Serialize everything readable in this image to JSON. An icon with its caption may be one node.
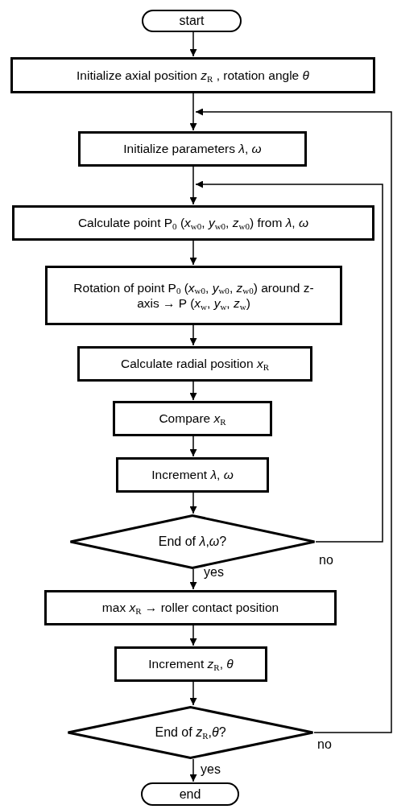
{
  "diagram": {
    "nodes": [
      {
        "text": [
          "start"
        ]
      },
      {
        "text": [
          "Initialize axial position *z*$_{R}$ , rotation angle *θ*"
        ]
      },
      {
        "text": [
          "Initialize parameters *λ*, *ω*"
        ]
      },
      {
        "text": [
          "Calculate point P$_{0}$ (*x*$_{w0}$, *y*$_{w0}$, *z*$_{w0}$) from *λ*, *ω*"
        ]
      },
      {
        "text": [
          "Rotation of point P$_{0}$ (*x*$_{w0}$, *y*$_{w0}$, *z*$_{w0}$) around z-axis → P (*x*$_{w}$, *y*$_{w}$, *z*$_{w}$)"
        ]
      },
      {
        "text": [
          "Calculate radial position *x*$_{R}$"
        ]
      },
      {
        "text": [
          "Compare *x*$_{R}$"
        ]
      },
      {
        "text": [
          "Increment *λ*, *ω*"
        ]
      },
      {
        "text": [
          "End of *λ*,*ω*?"
        ]
      },
      {
        "text": [
          "max *x*$_{R}$ → roller contact position"
        ]
      },
      {
        "text": [
          "Increment *z*$_{R}$, *θ*"
        ]
      },
      {
        "text": [
          "End of *z*$_{R}$,*θ*?"
        ]
      },
      {
        "text": [
          "end"
        ]
      }
    ],
    "edges": [
      {
        "from": 0,
        "to": 1,
        "arrow": "to"
      },
      {
        "from": 1,
        "to": 2,
        "arrow": "to"
      },
      {
        "from": 2,
        "to": 3,
        "arrow": "to"
      },
      {
        "from": 3,
        "to": 4,
        "arrow": "to"
      },
      {
        "from": 4,
        "to": 5,
        "arrow": "to"
      },
      {
        "from": 5,
        "to": 6,
        "arrow": "to"
      },
      {
        "from": 6,
        "to": 7,
        "arrow": "to"
      },
      {
        "from": 7,
        "to": 8,
        "arrow": "to"
      },
      {
        "from": 8,
        "to": 9,
        "arrow": "to",
        "label": "yes"
      },
      {
        "from": 8,
        "to": 3,
        "arrow": "to",
        "label": "no"
      },
      {
        "from": 9,
        "to": 10,
        "arrow": "to"
      },
      {
        "from": 10,
        "to": 11,
        "arrow": "to"
      },
      {
        "from": 11,
        "to": 12,
        "arrow": "to",
        "label": "yes"
      },
      {
        "from": 11,
        "to": 2,
        "arrow": "to",
        "label": "no"
      }
    ]
  }
}
